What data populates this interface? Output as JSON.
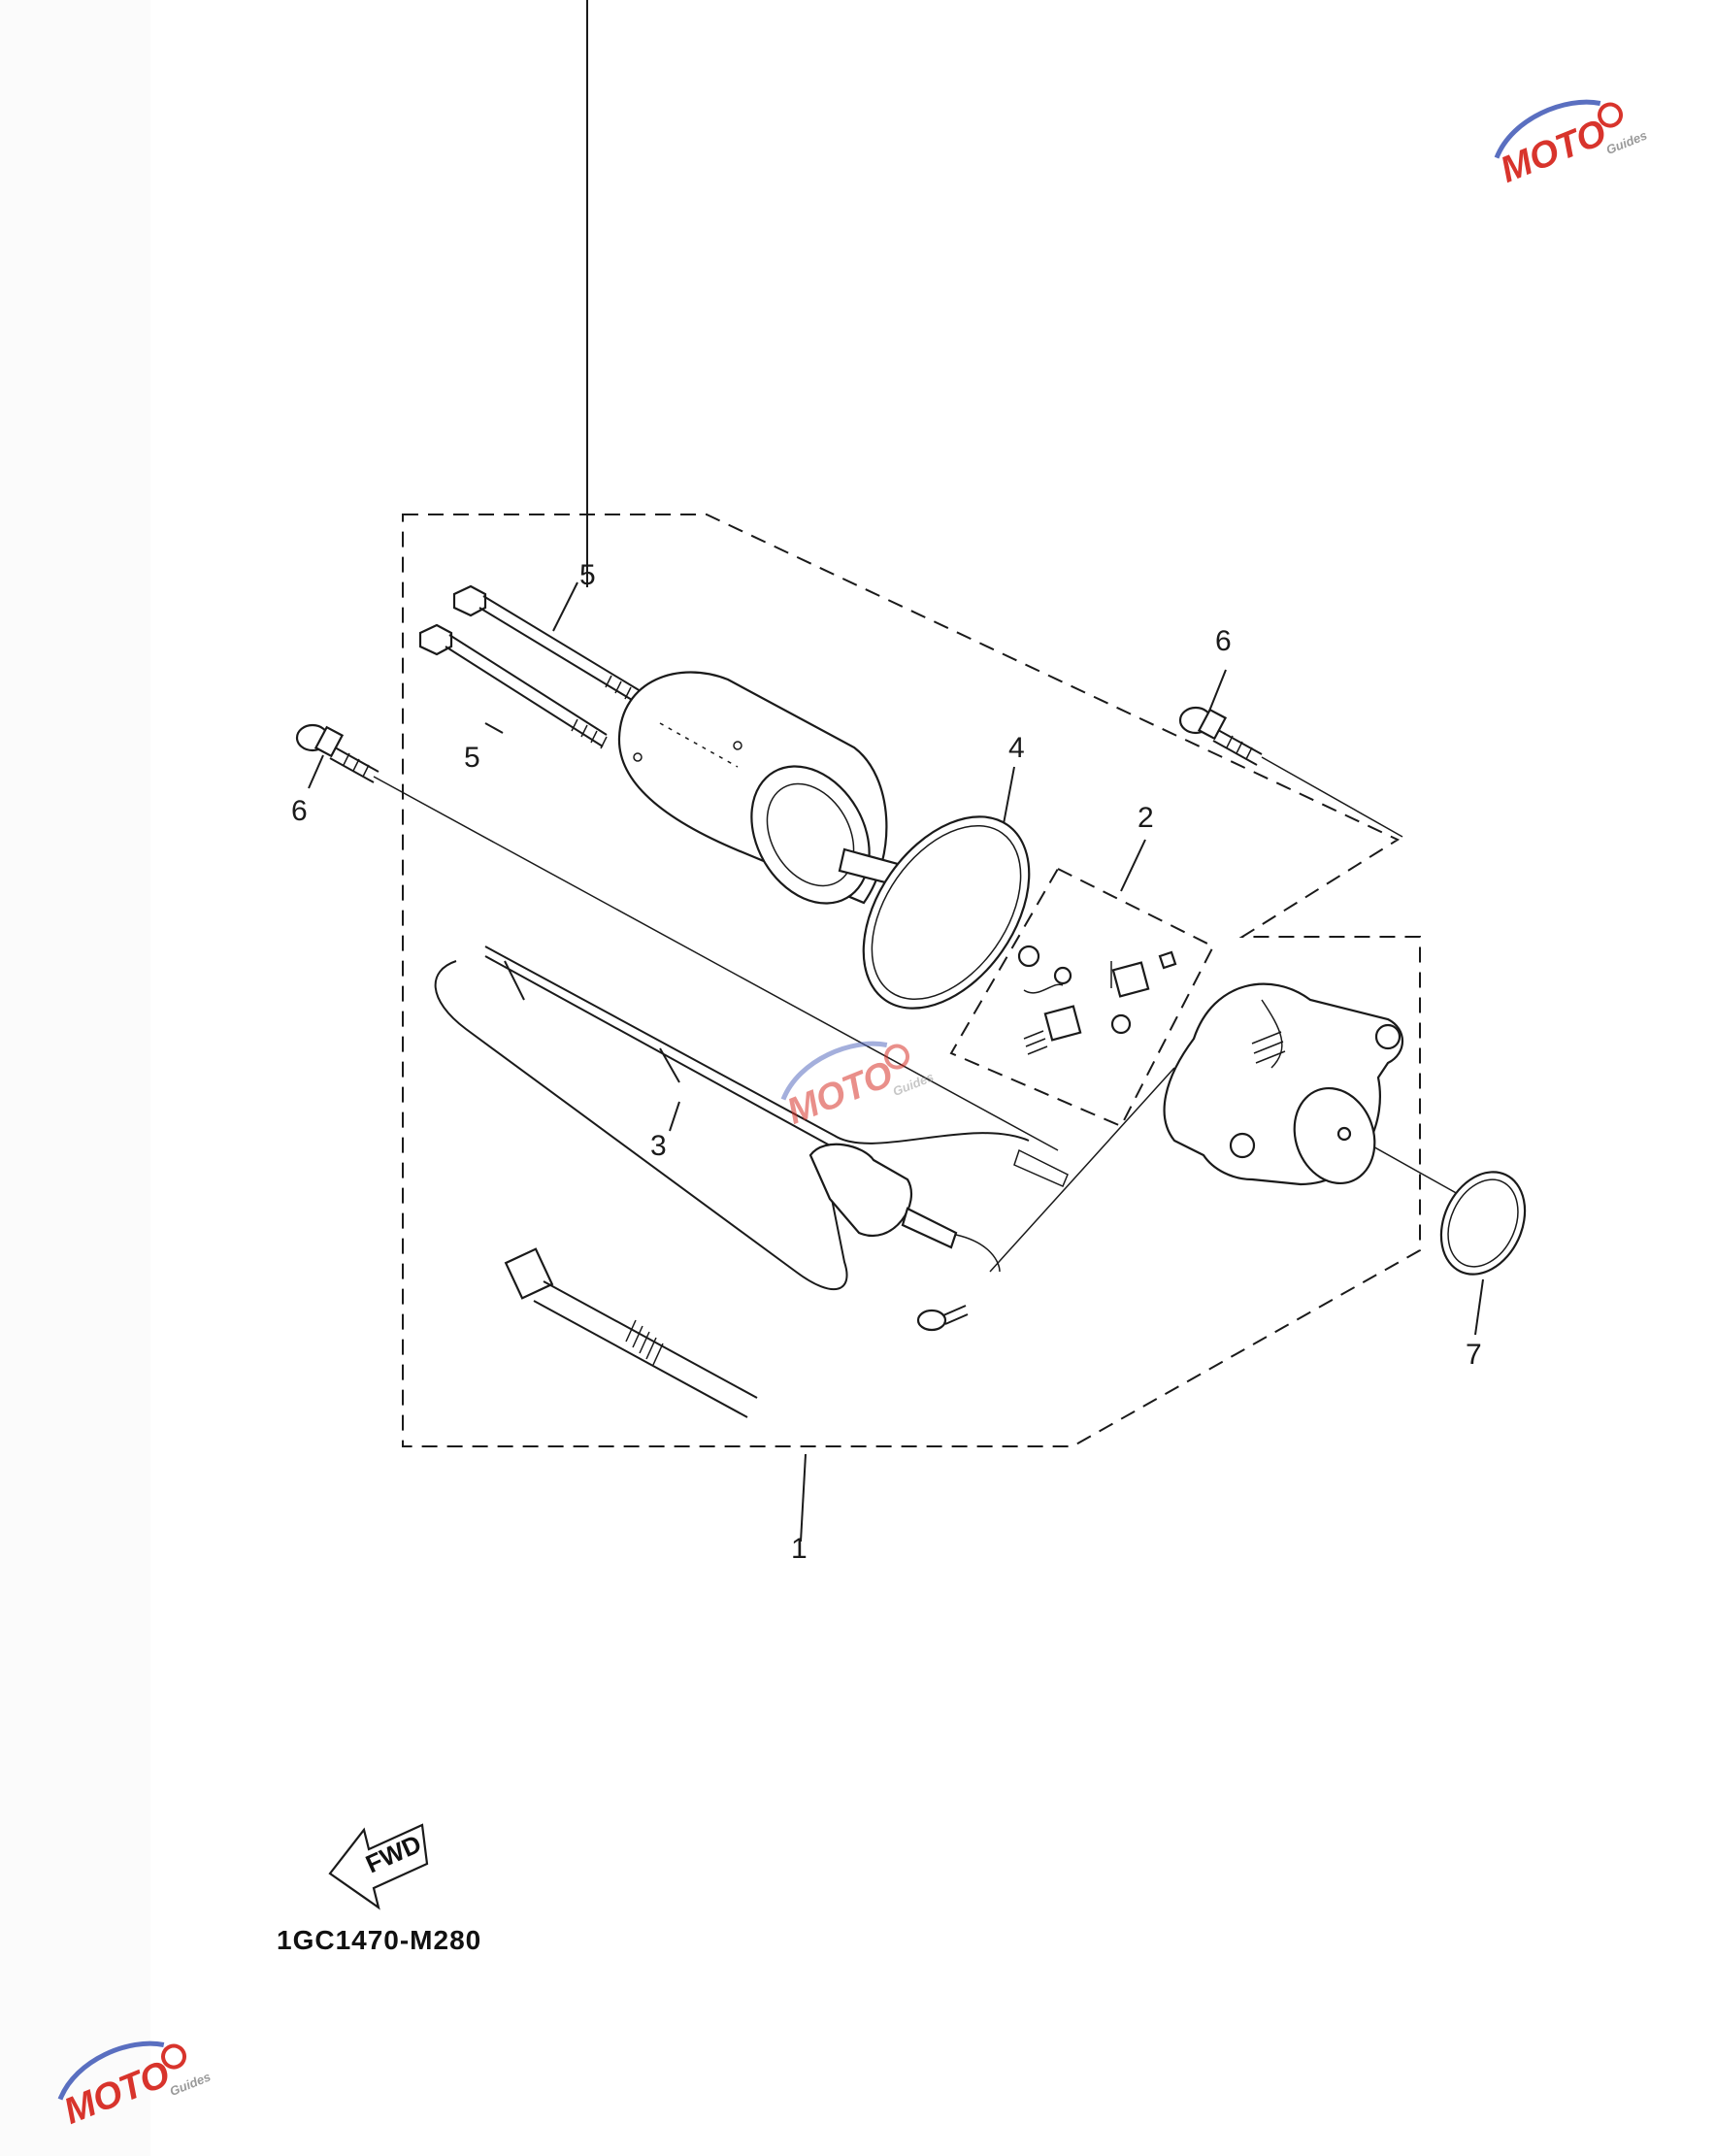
{
  "diagram": {
    "callouts": {
      "c1": "1",
      "c2": "2",
      "c3": "3",
      "c4": "4",
      "c5a": "5",
      "c5b": "5",
      "c6a": "6",
      "c6b": "6",
      "c7": "7"
    },
    "fwd_label": "FWD",
    "diagram_code": "1GC1470-M280"
  },
  "watermark": {
    "text": "MOTO",
    "subtext": "Guides",
    "colors": {
      "red": "#d8342c",
      "blue": "#5a6fc0",
      "gray": "#9a9a9a"
    }
  }
}
